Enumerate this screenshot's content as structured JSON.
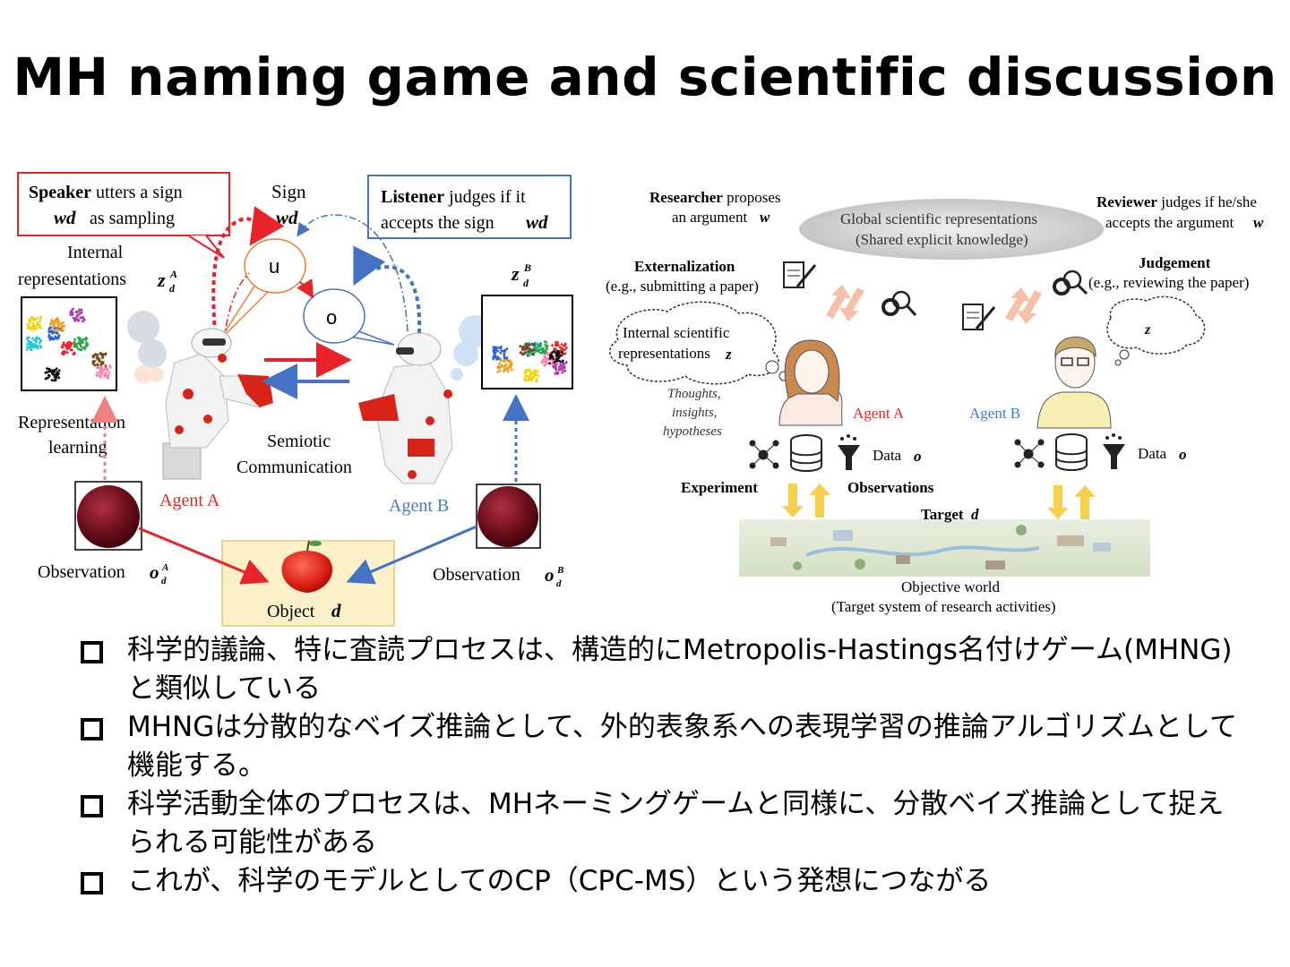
{
  "slide": {
    "title": "MH naming game and scientific discussion"
  },
  "left_figure": {
    "speaker_box": {
      "bold": "Speaker",
      "rest": " utters a sign",
      "line2": "as sampling",
      "var": "wd"
    },
    "listener_box": {
      "bold": "Listener",
      "rest": " judges if it",
      "line2": "accepts the sign",
      "var": "wd"
    },
    "sign_label": "Sign",
    "sign_var": "wd",
    "bubble_u": "u",
    "bubble_o": "o",
    "internal_repr": [
      "Internal",
      "representations"
    ],
    "z_a": "z",
    "z_b": "z",
    "repr_learning": [
      "Representation",
      "learning"
    ],
    "semiotic": [
      "Semiotic",
      "Communication"
    ],
    "agent_a": "Agent A",
    "agent_b": "Agent B",
    "observation_a": "Observation",
    "observation_b": "Observation",
    "object": "Object",
    "colors": {
      "red": "#e8232a",
      "blue": "#4472c4",
      "agent_a": "#e02a22",
      "agent_b": "#4a78c8"
    }
  },
  "right_figure": {
    "researcher": [
      "Researcher proposes",
      "an argument"
    ],
    "global": [
      "Global scientific representations",
      "(Shared explicit knowledge)"
    ],
    "reviewer": [
      "Reviewer judges if he/she",
      "accepts the argument"
    ],
    "externalization": [
      "Externalization",
      "(e.g., submitting a paper)"
    ],
    "judgement": [
      "Judgement",
      "(e.g., reviewing the paper)"
    ],
    "internal_sci": [
      "Internal scientific",
      "representations"
    ],
    "thoughts": [
      "Thoughts,",
      "insights,",
      "hypotheses"
    ],
    "agent_a": "Agent A",
    "agent_b": "Agent B",
    "data": "Data",
    "experiment": "Experiment",
    "observations": "Observations",
    "target": "Target",
    "objective": [
      "Objective world",
      "(Target system of research activities)"
    ]
  },
  "bullets": [
    "科学的議論、特に査読プロセスは、構造的にMetropolis-Hastings名付けゲーム(MHNG)と類似している",
    "MHNGは分散的なベイズ推論として、外的表象系への表現学習の推論アルゴリズムとして機能する。",
    "科学活動全体のプロセスは、MHネーミングゲームと同様に、分散ベイズ推論として捉えられる可能性がある",
    "これが、科学のモデルとしてのCP（CPC-MS）という発想につながる"
  ]
}
